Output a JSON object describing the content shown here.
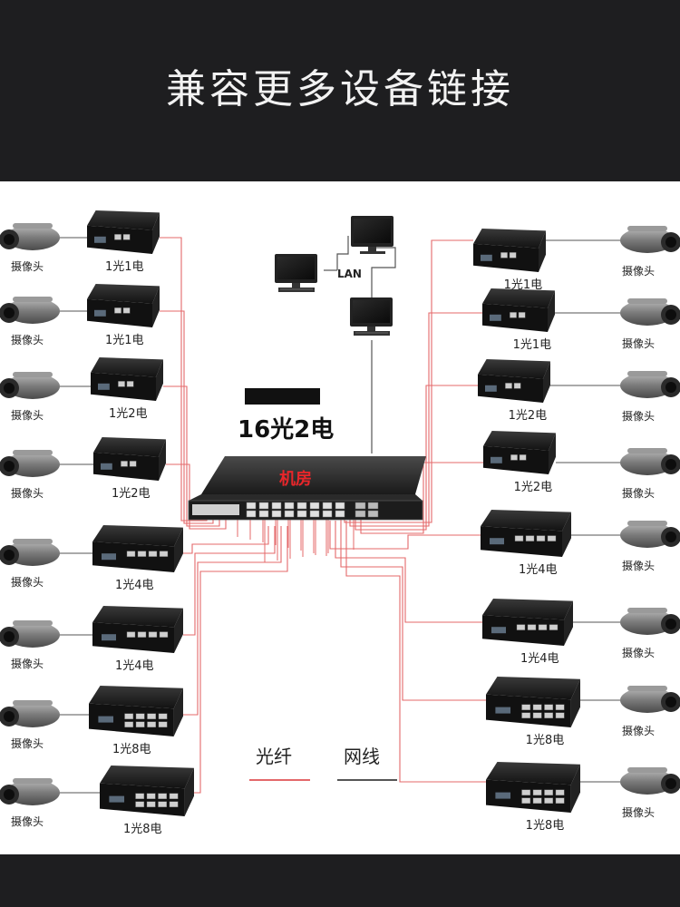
{
  "title": "兼容更多设备链接",
  "camera_label": "摄像头",
  "center": {
    "black_label_box": "",
    "main_label": "16光2电",
    "switch_label": "机房",
    "lan_label": "LAN"
  },
  "legend": {
    "fiber": "光纤",
    "network": "网线"
  },
  "colors": {
    "fiber_line": "#e4686a",
    "network_line": "#555555",
    "header_bg": "#1e1e20",
    "switch_label": "#e8262a"
  },
  "left_devices": [
    {
      "label": "1光1电",
      "kind": "small"
    },
    {
      "label": "1光1电",
      "kind": "small"
    },
    {
      "label": "1光2电",
      "kind": "small"
    },
    {
      "label": "1光2电",
      "kind": "small"
    },
    {
      "label": "1光4电",
      "kind": "medium"
    },
    {
      "label": "1光4电",
      "kind": "medium"
    },
    {
      "label": "1光8电",
      "kind": "large"
    },
    {
      "label": "1光8电",
      "kind": "large"
    }
  ],
  "right_devices": [
    {
      "label": "1光1电",
      "kind": "small"
    },
    {
      "label": "1光1电",
      "kind": "small"
    },
    {
      "label": "1光2电",
      "kind": "small"
    },
    {
      "label": "1光2电",
      "kind": "small"
    },
    {
      "label": "1光4电",
      "kind": "medium"
    },
    {
      "label": "1光4电",
      "kind": "medium"
    },
    {
      "label": "1光8电",
      "kind": "large"
    },
    {
      "label": "1光8电",
      "kind": "large"
    }
  ]
}
